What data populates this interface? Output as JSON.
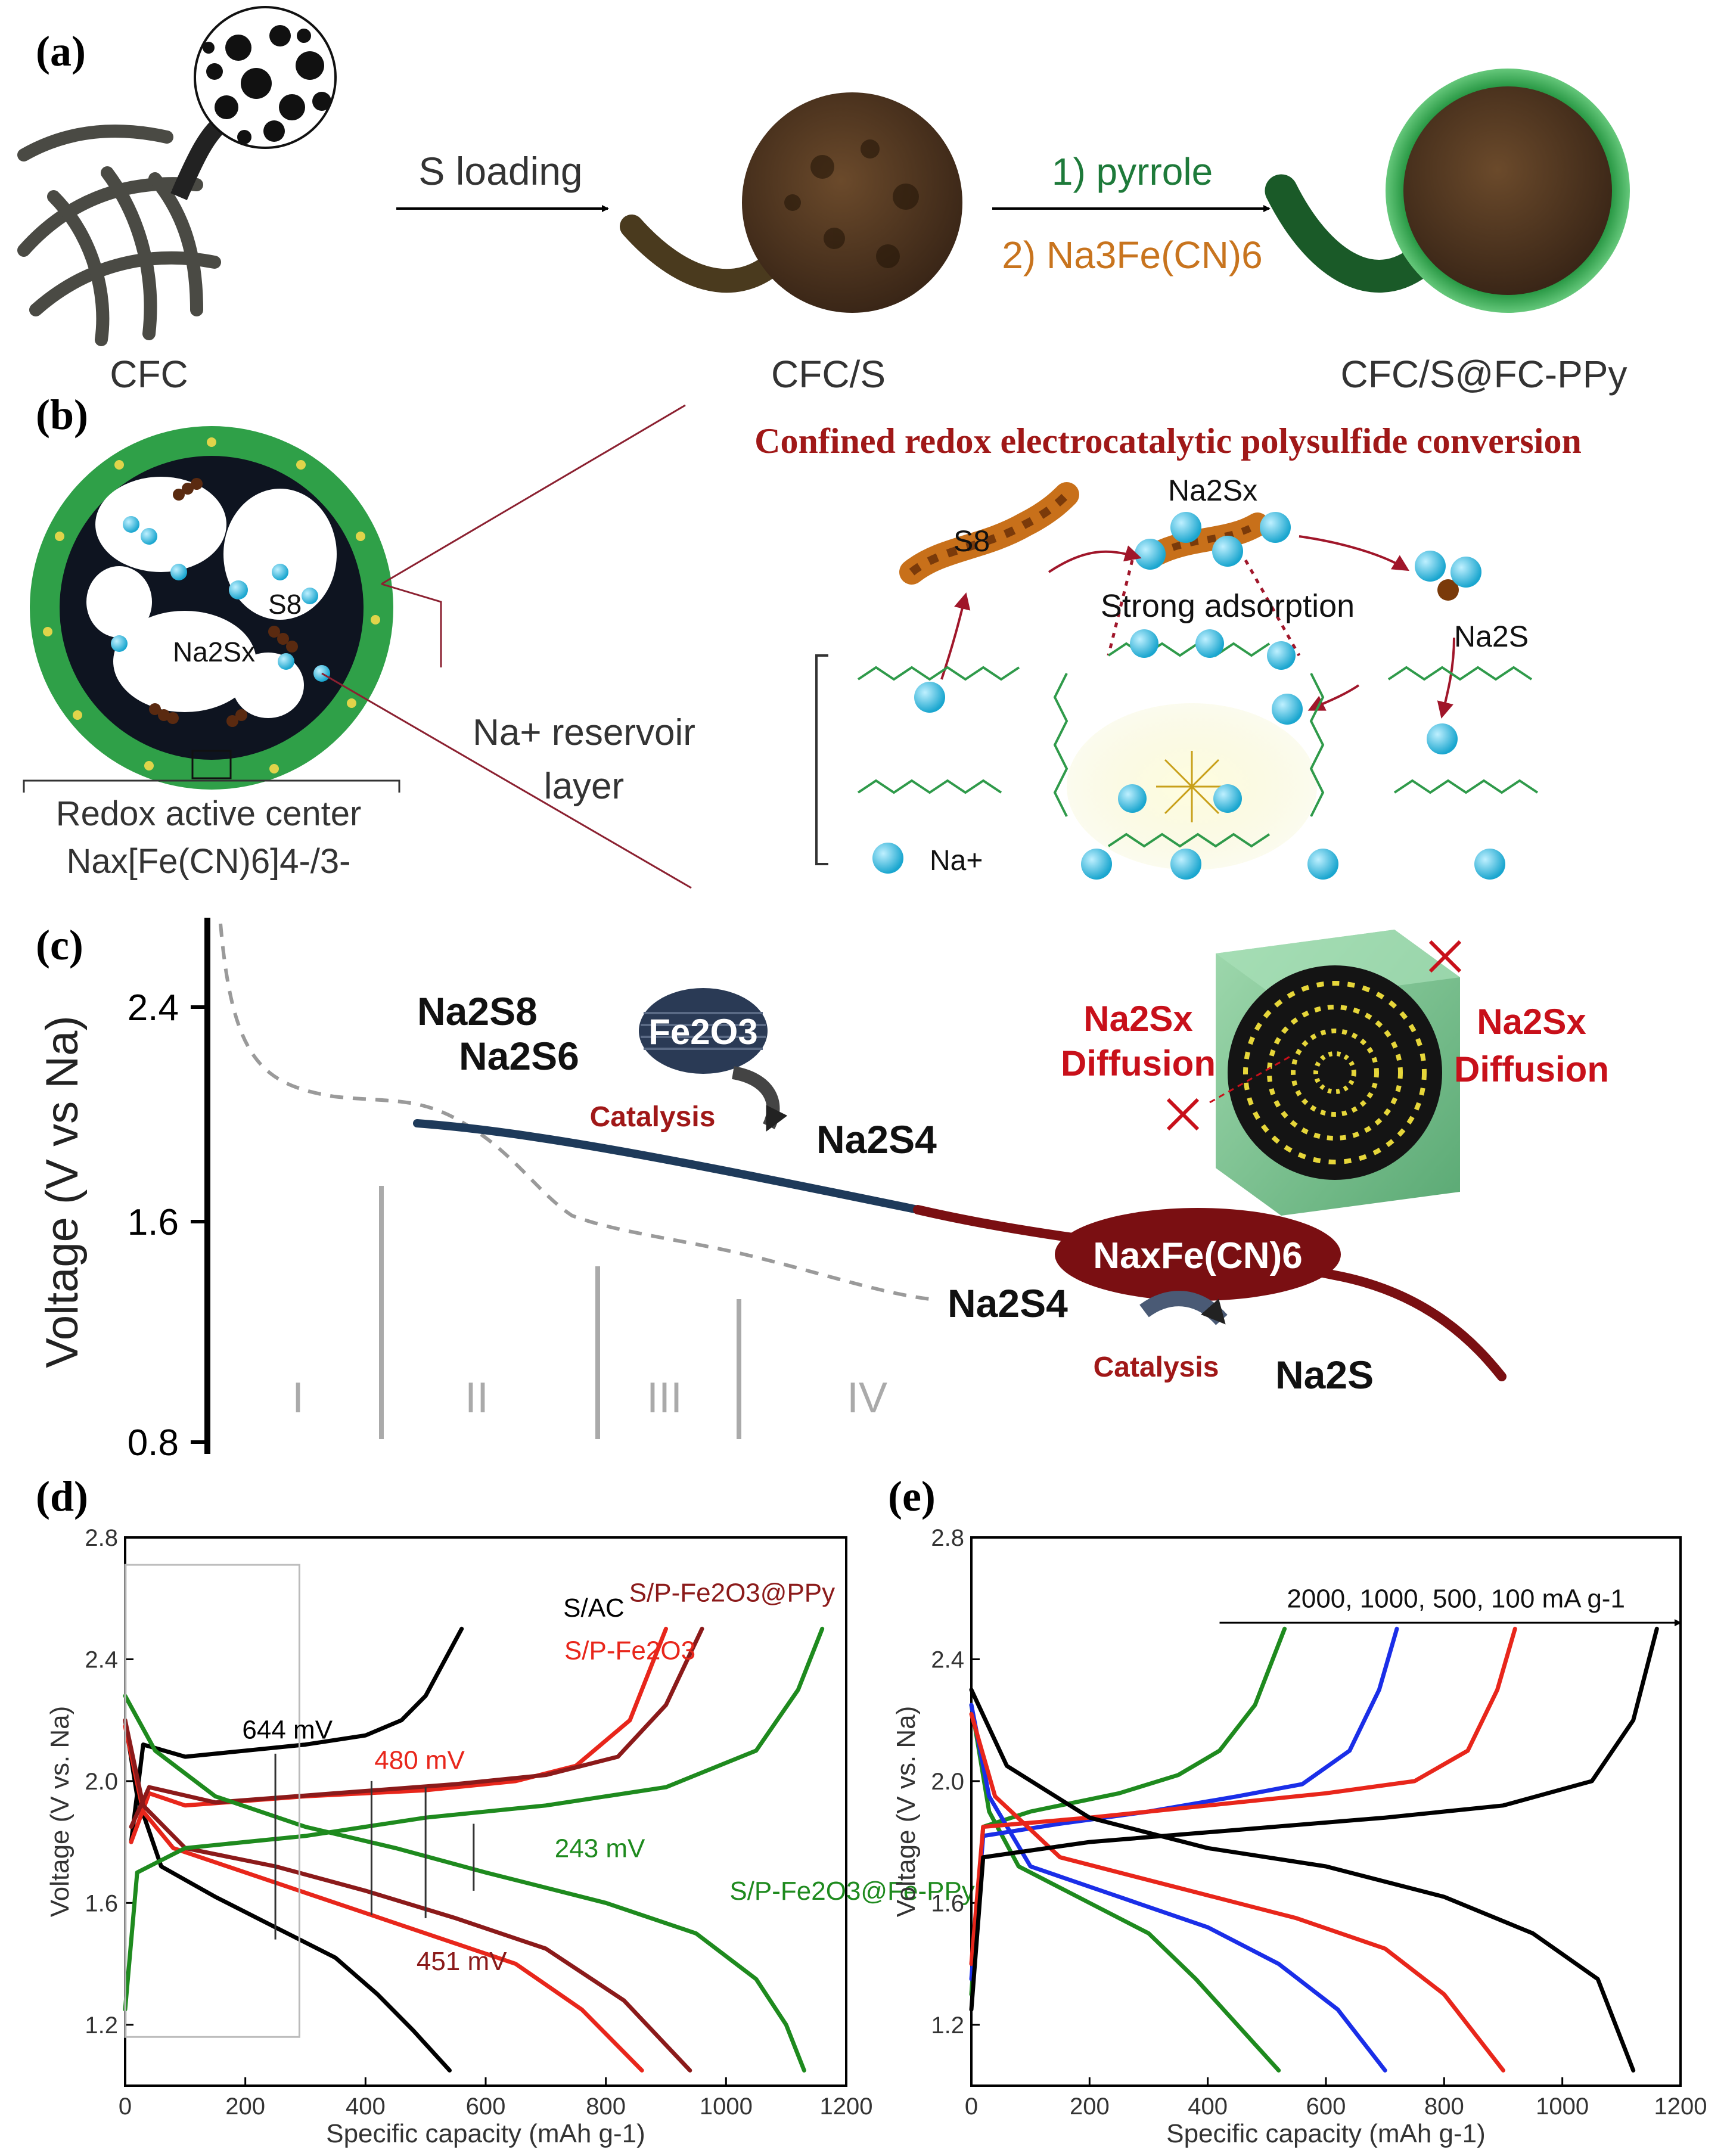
{
  "panel_a": {
    "label": "(a)",
    "step1": "S loading",
    "step2": "1) pyrrole",
    "step3": "2) Na3Fe(CN)6",
    "cfc": "CFC",
    "cfcs": "CFC/S",
    "cfcs_fc": "CFC/S@FC-PPy"
  },
  "panel_b": {
    "label": "(b)",
    "title": "Confined redox electrocatalytic polysulfide conversion",
    "s8": "S8",
    "na2sx": "Na2Sx",
    "na2s": "Na2S",
    "adsorption": "Strong adsorption",
    "reservoir_1": "Na+ reservoir",
    "reservoir_2": "layer",
    "center_1": "Redox active center",
    "center_2": "Nax[Fe(CN)6]4-/3-",
    "na_plus": "Na+"
  },
  "panel_c": {
    "label": "(c)",
    "ylabel": "Voltage (V vs Na)",
    "ticks": [
      "2.4",
      "1.6",
      "0.8"
    ],
    "regions": [
      "I",
      "II",
      "III",
      "IV"
    ],
    "na2s8": "Na2S8",
    "na2s6": "Na2S6",
    "fe2o3": "Fe2O3",
    "catalysis": "Catalysis",
    "na2s4": "Na2S4",
    "naxfecn": "NaxFe(CN)6",
    "na2s": "Na2S",
    "diffusion_1": "Na2Sx",
    "diffusion_2": "Diffusion"
  },
  "chart_data": [
    {
      "type": "line",
      "panel": "(d)",
      "xlabel": "Specific capacity (mAh g-1)",
      "ylabel": "Voltage (V vs. Na)",
      "xlim": [
        0,
        1200
      ],
      "ylim": [
        1.0,
        2.8
      ],
      "xticks": [
        0,
        200,
        400,
        600,
        800,
        1000,
        1200
      ],
      "yticks": [
        1.2,
        1.6,
        2.0,
        2.4,
        2.8
      ],
      "annotations": [
        "644 mV",
        "480 mV",
        "243 mV",
        "451 mV"
      ],
      "series": [
        {
          "name": "S/AC",
          "color": "#000000",
          "charge": [
            [
              10,
              1.8
            ],
            [
              30,
              2.12
            ],
            [
              100,
              2.08
            ],
            [
              200,
              2.1
            ],
            [
              300,
              2.12
            ],
            [
              400,
              2.15
            ],
            [
              460,
              2.2
            ],
            [
              500,
              2.28
            ],
            [
              560,
              2.5
            ]
          ],
          "discharge": [
            [
              0,
              2.2
            ],
            [
              20,
              1.95
            ],
            [
              60,
              1.72
            ],
            [
              150,
              1.62
            ],
            [
              250,
              1.52
            ],
            [
              350,
              1.42
            ],
            [
              420,
              1.3
            ],
            [
              480,
              1.18
            ],
            [
              540,
              1.05
            ]
          ]
        },
        {
          "name": "S/P-Fe2O3",
          "color": "#e8261b",
          "charge": [
            [
              10,
              1.8
            ],
            [
              40,
              1.96
            ],
            [
              100,
              1.92
            ],
            [
              300,
              1.95
            ],
            [
              500,
              1.97
            ],
            [
              650,
              2.0
            ],
            [
              750,
              2.05
            ],
            [
              840,
              2.2
            ],
            [
              900,
              2.5
            ]
          ],
          "discharge": [
            [
              0,
              2.18
            ],
            [
              30,
              1.9
            ],
            [
              80,
              1.78
            ],
            [
              200,
              1.7
            ],
            [
              350,
              1.6
            ],
            [
              500,
              1.5
            ],
            [
              650,
              1.4
            ],
            [
              760,
              1.25
            ],
            [
              860,
              1.05
            ]
          ]
        },
        {
          "name": "S/P-Fe2O3@PPy",
          "color": "#8b1a1a",
          "charge": [
            [
              10,
              1.85
            ],
            [
              40,
              1.98
            ],
            [
              150,
              1.93
            ],
            [
              350,
              1.96
            ],
            [
              550,
              1.99
            ],
            [
              700,
              2.02
            ],
            [
              820,
              2.08
            ],
            [
              900,
              2.25
            ],
            [
              960,
              2.5
            ]
          ],
          "discharge": [
            [
              0,
              2.2
            ],
            [
              30,
              1.92
            ],
            [
              100,
              1.78
            ],
            [
              250,
              1.72
            ],
            [
              400,
              1.64
            ],
            [
              550,
              1.55
            ],
            [
              700,
              1.45
            ],
            [
              830,
              1.28
            ],
            [
              940,
              1.05
            ]
          ]
        },
        {
          "name": "S/P-Fe2O3@Fe-PPy",
          "color": "#1e8a1e",
          "charge": [
            [
              0,
              1.25
            ],
            [
              20,
              1.7
            ],
            [
              100,
              1.78
            ],
            [
              300,
              1.82
            ],
            [
              500,
              1.88
            ],
            [
              700,
              1.92
            ],
            [
              900,
              1.98
            ],
            [
              1050,
              2.1
            ],
            [
              1120,
              2.3
            ],
            [
              1160,
              2.5
            ]
          ],
          "discharge": [
            [
              0,
              2.28
            ],
            [
              50,
              2.1
            ],
            [
              150,
              1.95
            ],
            [
              300,
              1.85
            ],
            [
              450,
              1.78
            ],
            [
              600,
              1.7
            ],
            [
              800,
              1.6
            ],
            [
              950,
              1.5
            ],
            [
              1050,
              1.35
            ],
            [
              1100,
              1.2
            ],
            [
              1130,
              1.05
            ]
          ]
        }
      ]
    },
    {
      "type": "line",
      "panel": "(e)",
      "xlabel": "Specific capacity (mAh g-1)",
      "ylabel": "Voltage (V vs. Na)",
      "xlim": [
        0,
        1200
      ],
      "ylim": [
        1.0,
        2.8
      ],
      "xticks": [
        0,
        200,
        400,
        600,
        800,
        1000,
        1200
      ],
      "yticks": [
        1.2,
        1.6,
        2.0,
        2.4,
        2.8
      ],
      "legend_text": "2000, 1000, 500, 100 mA g-1",
      "series": [
        {
          "name": "2000",
          "color": "#1e8a1e",
          "charge": [
            [
              0,
              1.3
            ],
            [
              20,
              1.85
            ],
            [
              100,
              1.9
            ],
            [
              250,
              1.96
            ],
            [
              350,
              2.02
            ],
            [
              420,
              2.1
            ],
            [
              480,
              2.25
            ],
            [
              530,
              2.5
            ]
          ],
          "discharge": [
            [
              0,
              2.25
            ],
            [
              30,
              1.9
            ],
            [
              80,
              1.72
            ],
            [
              200,
              1.6
            ],
            [
              300,
              1.5
            ],
            [
              380,
              1.35
            ],
            [
              450,
              1.2
            ],
            [
              520,
              1.05
            ]
          ]
        },
        {
          "name": "1000",
          "color": "#1a2ee8",
          "charge": [
            [
              0,
              1.35
            ],
            [
              20,
              1.82
            ],
            [
              150,
              1.86
            ],
            [
              300,
              1.9
            ],
            [
              450,
              1.95
            ],
            [
              560,
              1.99
            ],
            [
              640,
              2.1
            ],
            [
              690,
              2.3
            ],
            [
              720,
              2.5
            ]
          ],
          "discharge": [
            [
              0,
              2.25
            ],
            [
              30,
              1.95
            ],
            [
              100,
              1.72
            ],
            [
              250,
              1.62
            ],
            [
              400,
              1.52
            ],
            [
              520,
              1.4
            ],
            [
              620,
              1.25
            ],
            [
              700,
              1.05
            ]
          ]
        },
        {
          "name": "500",
          "color": "#e8261b",
          "charge": [
            [
              0,
              1.4
            ],
            [
              20,
              1.85
            ],
            [
              200,
              1.88
            ],
            [
              400,
              1.92
            ],
            [
              600,
              1.96
            ],
            [
              750,
              2.0
            ],
            [
              840,
              2.1
            ],
            [
              890,
              2.3
            ],
            [
              920,
              2.5
            ]
          ],
          "discharge": [
            [
              0,
              2.22
            ],
            [
              40,
              1.95
            ],
            [
              150,
              1.75
            ],
            [
              350,
              1.65
            ],
            [
              550,
              1.55
            ],
            [
              700,
              1.45
            ],
            [
              800,
              1.3
            ],
            [
              900,
              1.05
            ]
          ]
        },
        {
          "name": "100",
          "color": "#000000",
          "charge": [
            [
              0,
              1.25
            ],
            [
              20,
              1.75
            ],
            [
              200,
              1.8
            ],
            [
              450,
              1.84
            ],
            [
              700,
              1.88
            ],
            [
              900,
              1.92
            ],
            [
              1050,
              2.0
            ],
            [
              1120,
              2.2
            ],
            [
              1160,
              2.5
            ]
          ],
          "discharge": [
            [
              0,
              2.3
            ],
            [
              60,
              2.05
            ],
            [
              200,
              1.88
            ],
            [
              400,
              1.78
            ],
            [
              600,
              1.72
            ],
            [
              800,
              1.62
            ],
            [
              950,
              1.5
            ],
            [
              1060,
              1.35
            ],
            [
              1120,
              1.05
            ]
          ]
        }
      ]
    }
  ]
}
